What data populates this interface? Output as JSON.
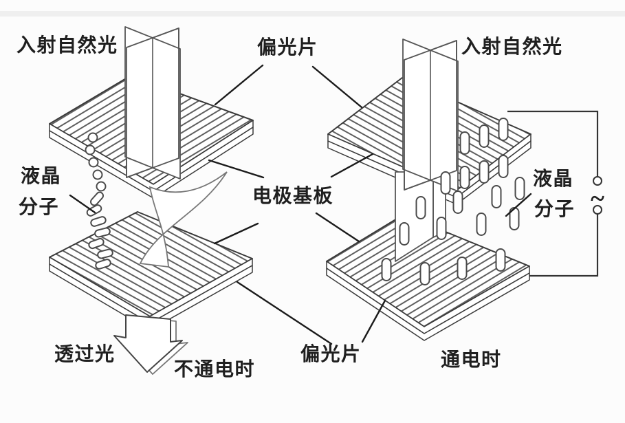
{
  "figure": {
    "left_cell": {
      "incident_light_label": "入射自然光",
      "lc_label_line1": "液晶",
      "lc_label_line2": "分子",
      "transmitted_light_label": "透过光",
      "caption": "不通电时"
    },
    "shared_labels": {
      "polarizer_top_label": "偏光片",
      "electrode_substrate_label": "电极基板",
      "polarizer_bottom_label": "偏光片"
    },
    "right_cell": {
      "incident_light_label": "入射自然光",
      "lc_label_line1": "液晶",
      "lc_label_line2": "分子",
      "caption": "通电时",
      "ac_source_symbol": "~"
    },
    "colors": {
      "ink": "#3a3a3a",
      "hatch": "#5f5f5f",
      "leader": "#1b1b1b",
      "wire": "#333333",
      "background": "#fcfcfc"
    }
  }
}
